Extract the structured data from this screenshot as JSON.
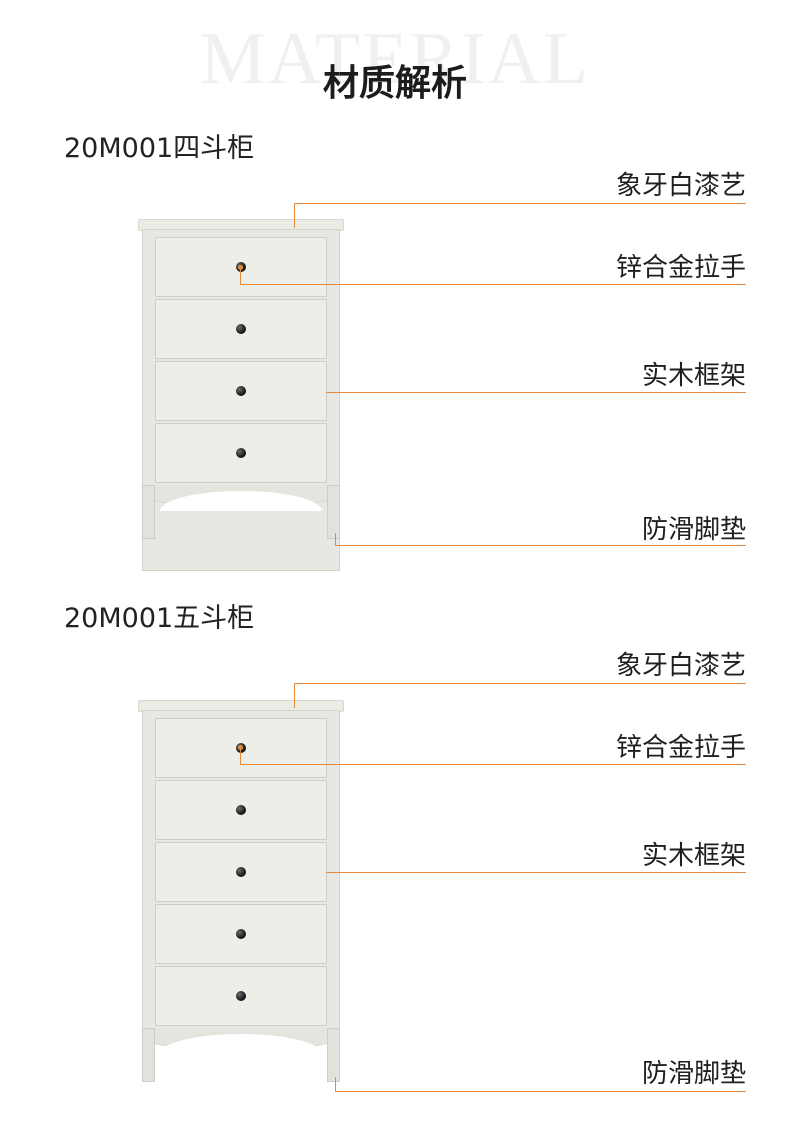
{
  "header": {
    "background_word": "MATERIAL",
    "title": "材质解析"
  },
  "sections": [
    {
      "title": "20M001四斗柜",
      "drawer_count": 4,
      "callouts": [
        "象牙白漆艺",
        "锌合金拉手",
        "实木框架",
        "防滑脚垫"
      ]
    },
    {
      "title": "20M001五斗柜",
      "drawer_count": 5,
      "callouts": [
        "象牙白漆艺",
        "锌合金拉手",
        "实木框架",
        "防滑脚垫"
      ]
    }
  ],
  "colors": {
    "accent_line": "#e38a3c",
    "cabinet": "#eeeee9",
    "knob": "#111111"
  }
}
